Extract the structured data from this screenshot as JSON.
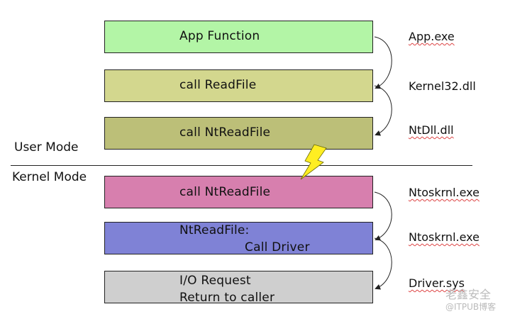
{
  "modes": {
    "user": "User Mode",
    "kernel": "Kernel Mode"
  },
  "boxes": [
    {
      "lines": [
        "App Function"
      ],
      "module": "App.exe",
      "color": "#b3f5a6"
    },
    {
      "lines": [
        "call ReadFile"
      ],
      "module": "Kernel32.dll",
      "color": "#d3d78e"
    },
    {
      "lines": [
        "call NtReadFile"
      ],
      "module": "NtDll.dll",
      "color": "#bcbf78"
    },
    {
      "lines": [
        "call NtReadFile"
      ],
      "module": "Ntoskrnl.exe",
      "color": "#d77fae"
    },
    {
      "lines": [
        "NtReadFile:",
        "Call Driver"
      ],
      "module": "Ntoskrnl.exe",
      "color": "#7f82d6"
    },
    {
      "lines": [
        "I/O Request",
        "Return to caller"
      ],
      "module": "Driver.sys",
      "color": "#cfcfcf"
    }
  ],
  "transition_icon": "lightning-bolt-icon",
  "watermark": {
    "line1": "老鑫安全",
    "line2": "@ITPUB博客"
  }
}
